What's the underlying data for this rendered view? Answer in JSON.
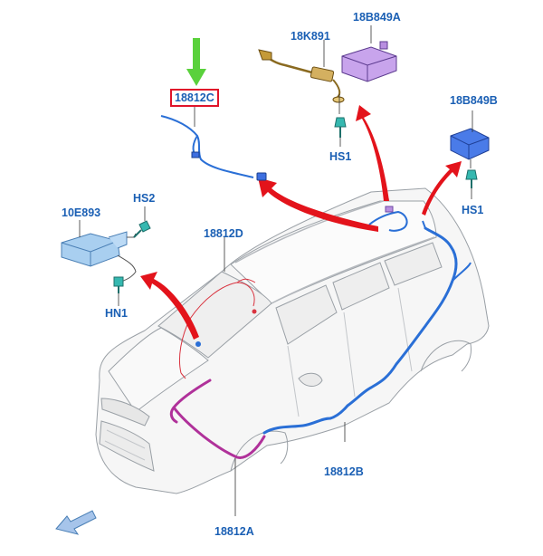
{
  "labels": {
    "part_18B849A": "18B849A",
    "part_18K891": "18K891",
    "part_18812C": "18812C",
    "part_18B849B": "18B849B",
    "fastener_hs1_top": "HS1",
    "fastener_hs1_right": "HS1",
    "part_10E893": "10E893",
    "fastener_hs2": "HS2",
    "fastener_hn1": "HN1",
    "part_18812D": "18812D",
    "part_18812B": "18812B",
    "part_18812A": "18812A"
  },
  "colors": {
    "label_text": "#1a5fb4",
    "highlight_box": "#e0142a",
    "pointer_arrow": "#e3131b",
    "indicator_arrow": "#5ad13c",
    "harness_blue": "#2a6fd6",
    "harness_magenta": "#b0319a",
    "harness_red": "#d9333f",
    "module_purple": "#b88ee0",
    "module_blue": "#3e6fe0",
    "module_lightblue": "#9ec4ea",
    "clip_teal": "#35b8b0",
    "car_outline": "#9aa0a6"
  }
}
